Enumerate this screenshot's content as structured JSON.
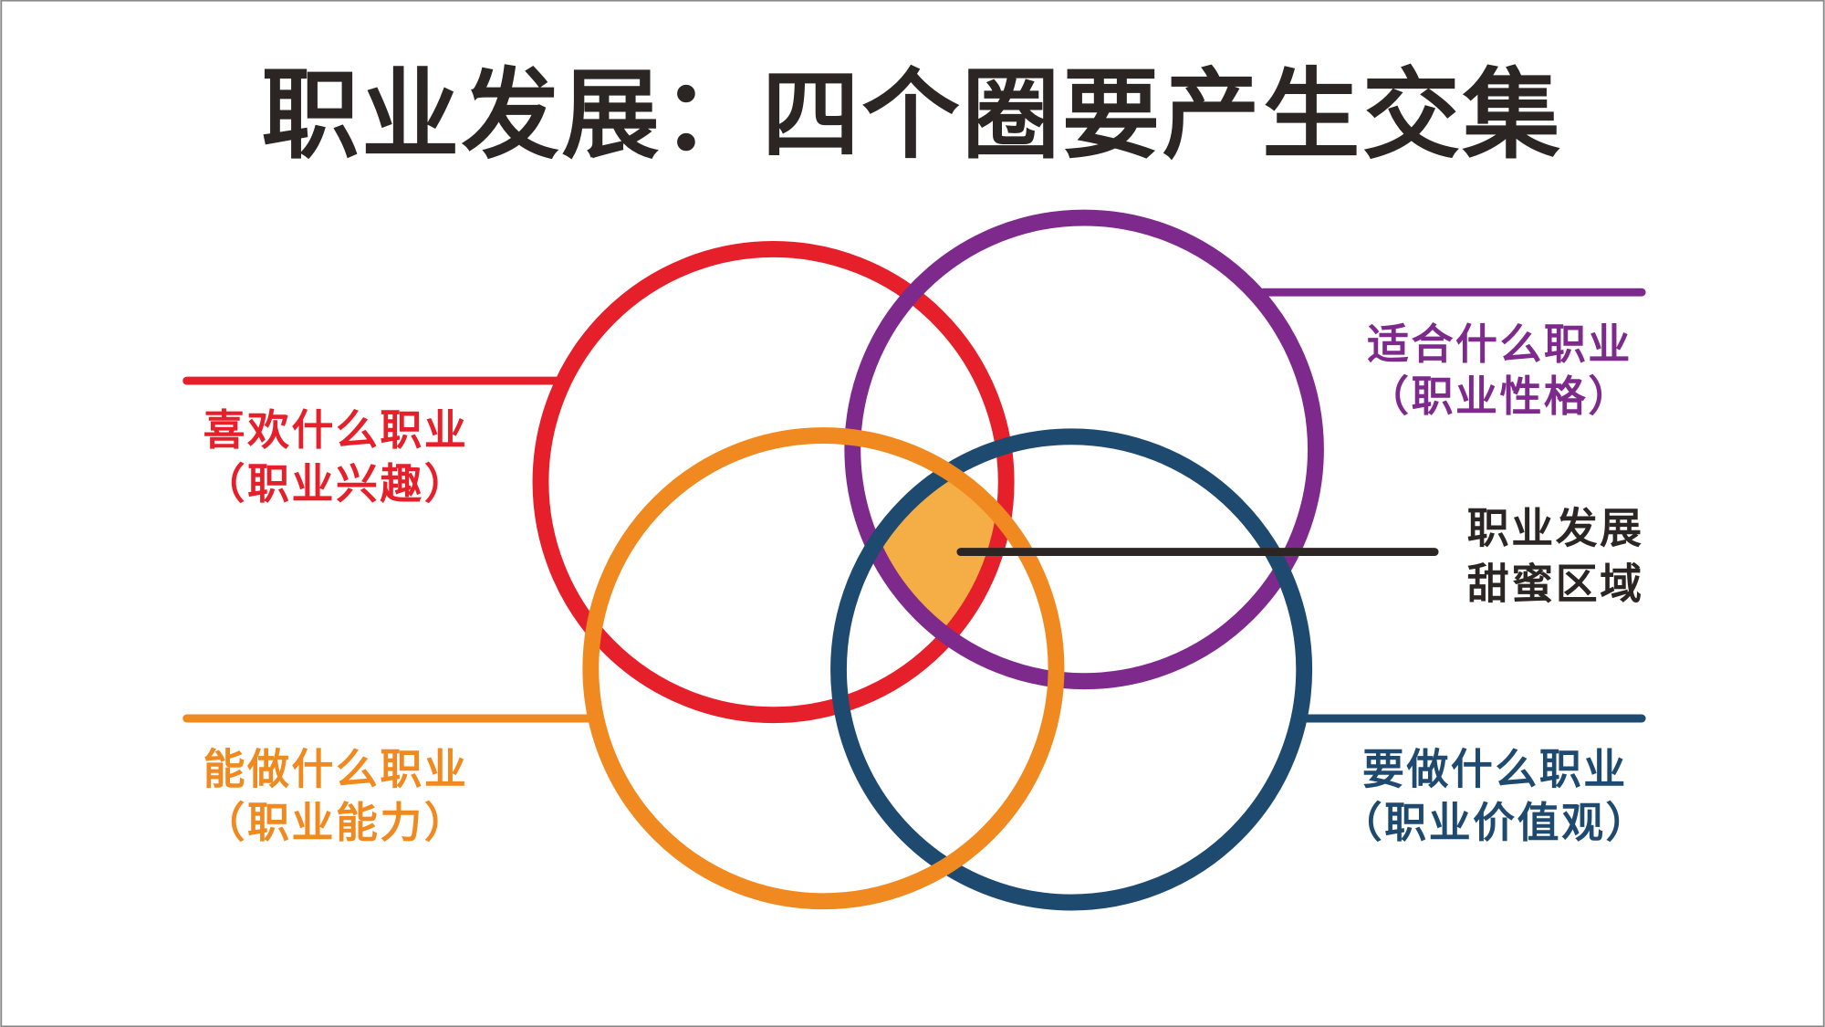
{
  "title": "职业发展：四个圈要产生交集",
  "colors": {
    "interest": "#e5202a",
    "personality": "#7d2a8c",
    "ability": "#f0891f",
    "values": "#1f4a70",
    "sweet_spot_fill": "#f5ad45",
    "text_dark": "#2b2523"
  },
  "circles": {
    "interest": {
      "line1": "喜欢什么职业",
      "line2": "（职业兴趣）"
    },
    "personality": {
      "line1": "适合什么职业",
      "line2": "（职业性格）"
    },
    "ability": {
      "line1": "能做什么职业",
      "line2": "（职业能力）"
    },
    "values": {
      "line1": "要做什么职业",
      "line2": "（职业价值观）"
    }
  },
  "sweet_spot": {
    "line1": "职业发展",
    "line2": "甜蜜区域"
  }
}
